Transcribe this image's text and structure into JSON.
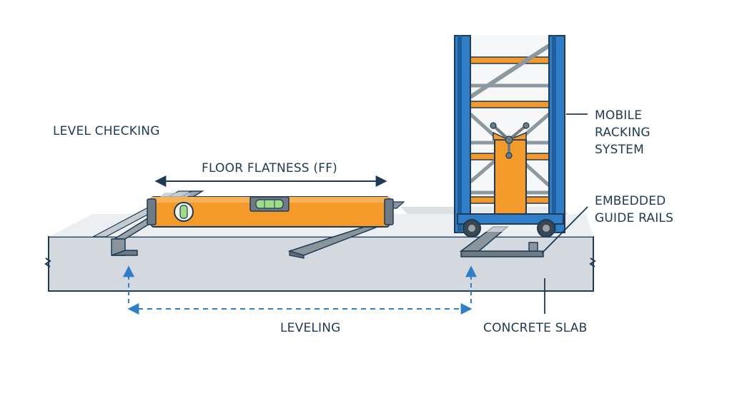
{
  "labels": {
    "level_checking": "LEVEL CHECKING",
    "floor_flatness": "FLOOR FLATNESS (FF)",
    "leveling": "LEVELING",
    "concrete_slab": "CONCRETE SLAB",
    "mobile_racking": [
      "MOBILE",
      "RACKING",
      "SYSTEM"
    ],
    "guide_rails": [
      "EMBEDDED",
      "GUIDE RAILS"
    ]
  },
  "colors": {
    "outline": "#1f3a56",
    "slab": "#d3d9de",
    "slab_edge": "#b8c1c9",
    "rail": "#8a949c",
    "rail_dark": "#5f6a73",
    "level_body": "#f39a2a",
    "level_cap": "#6f7a83",
    "bubble": "#9fdc8a",
    "rack_blue": "#2f7ec7",
    "rack_blue_dark": "#1f5e9b",
    "beam_orange": "#f39a2a",
    "brace_gray": "#8e989f",
    "dashed_arrow": "#2f7ec7"
  },
  "icons": [
    "spirit-level-icon",
    "racking-frame-icon",
    "wheel-icon",
    "guide-rail-icon"
  ]
}
